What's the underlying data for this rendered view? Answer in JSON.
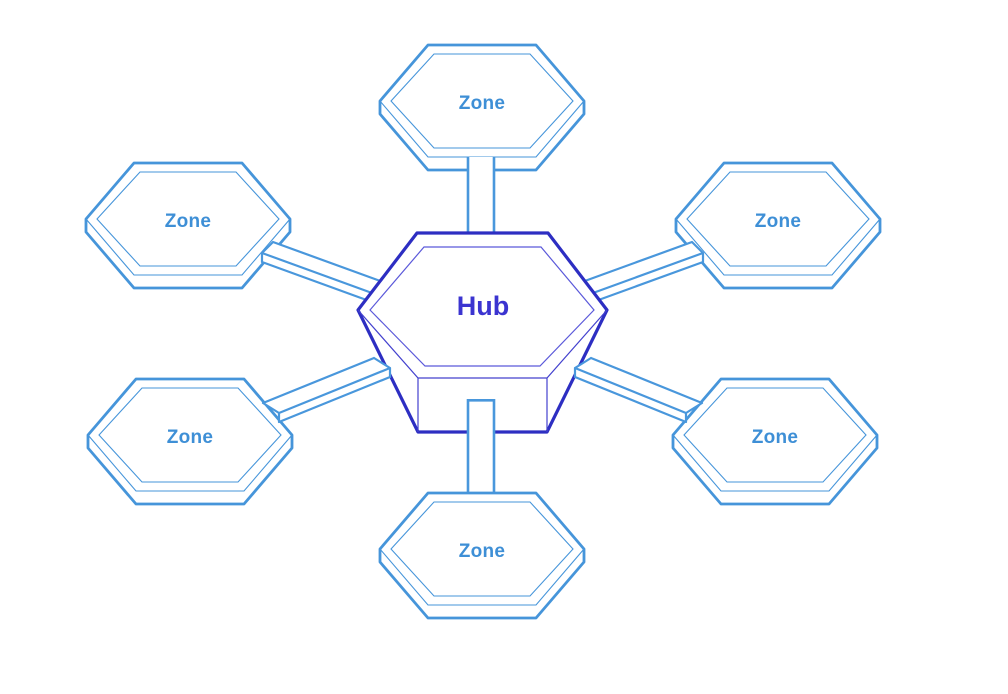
{
  "diagram": {
    "type": "hub-and-spoke",
    "hub": {
      "label": "Hub"
    },
    "zones": [
      {
        "label": "Zone",
        "position": "top"
      },
      {
        "label": "Zone",
        "position": "upper-left"
      },
      {
        "label": "Zone",
        "position": "upper-right"
      },
      {
        "label": "Zone",
        "position": "lower-left"
      },
      {
        "label": "Zone",
        "position": "lower-right"
      },
      {
        "label": "Zone",
        "position": "bottom"
      }
    ],
    "connectors": [
      {
        "from": "hub",
        "to": "top"
      },
      {
        "from": "hub",
        "to": "upper-left"
      },
      {
        "from": "hub",
        "to": "upper-right"
      },
      {
        "from": "hub",
        "to": "lower-left"
      },
      {
        "from": "hub",
        "to": "lower-right"
      },
      {
        "from": "hub",
        "to": "bottom"
      }
    ],
    "colors": {
      "zone_outline": "#4695da",
      "zone_text": "#3e8fd6",
      "connector": "#4997dc",
      "hub_outline": "#2d2ec2",
      "hub_edge": "#4341ce",
      "hub_inner": "#5b59da",
      "hub_text": "#3b34d0",
      "background": "#ffffff"
    }
  }
}
